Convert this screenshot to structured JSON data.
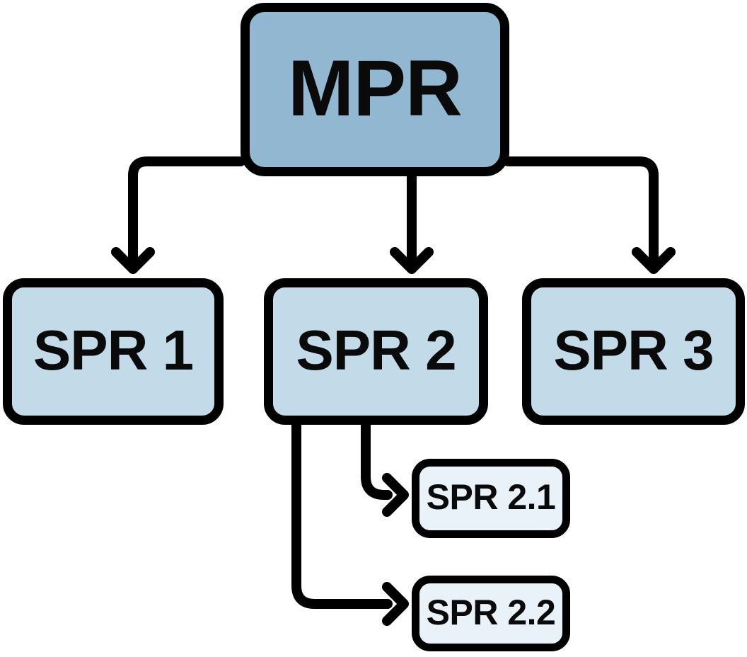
{
  "diagram": {
    "type": "hierarchy-flowchart",
    "nodes": [
      {
        "id": "mpr",
        "label": "MPR",
        "level": "root"
      },
      {
        "id": "spr1",
        "label": "SPR 1",
        "level": "child"
      },
      {
        "id": "spr2",
        "label": "SPR 2",
        "level": "child"
      },
      {
        "id": "spr3",
        "label": "SPR 3",
        "level": "child"
      },
      {
        "id": "spr21",
        "label": "SPR 2.1",
        "level": "grandchild"
      },
      {
        "id": "spr22",
        "label": "SPR 2.2",
        "level": "grandchild"
      }
    ],
    "edges": [
      {
        "from": "MPR",
        "to": "SPR 1",
        "style": "elbow-down-arrow"
      },
      {
        "from": "MPR",
        "to": "SPR 2",
        "style": "straight-down-arrow"
      },
      {
        "from": "MPR",
        "to": "SPR 3",
        "style": "elbow-down-arrow"
      },
      {
        "from": "SPR 2",
        "to": "SPR 2.1",
        "style": "elbow-right-arrow"
      },
      {
        "from": "SPR 2",
        "to": "SPR 2.2",
        "style": "elbow-right-arrow"
      }
    ],
    "colors": {
      "root_fill": "#92b8d1",
      "child_fill": "#c3dbe9",
      "grandchild_fill": "#e9f2f9",
      "outline": "#000000",
      "background": "#ffffff"
    }
  }
}
